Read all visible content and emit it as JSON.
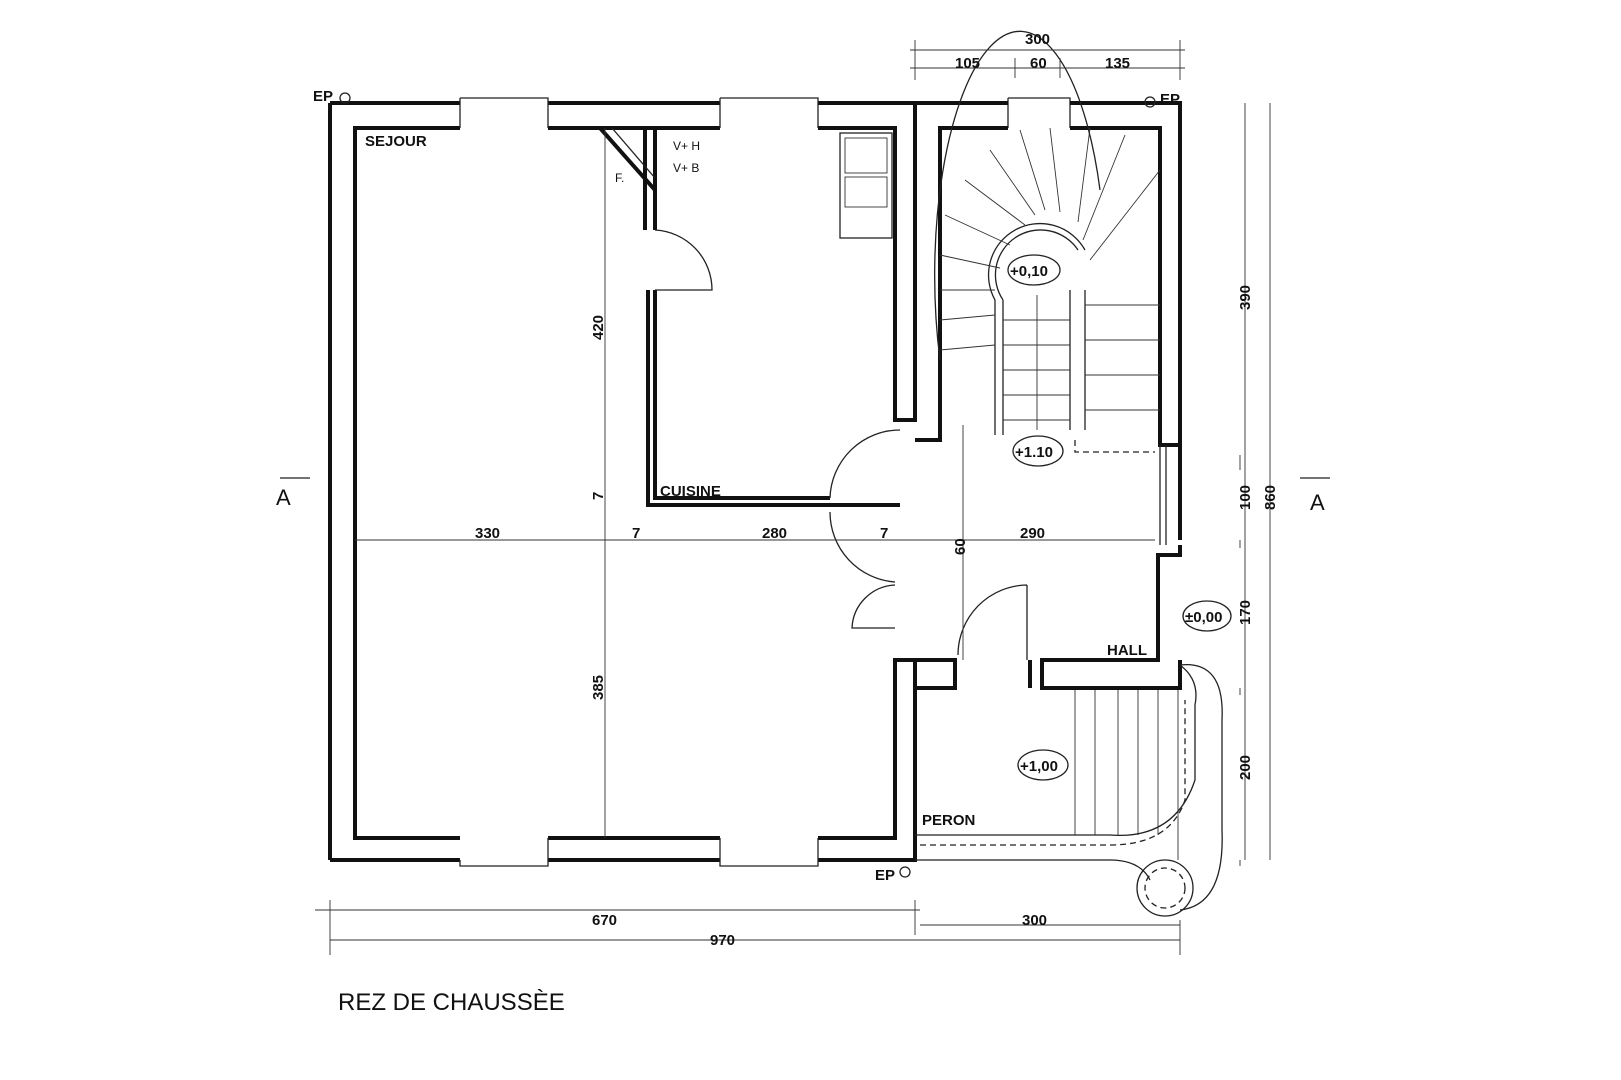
{
  "title": "REZ DE CHAUSSÈE",
  "rooms": {
    "sejour": "SEJOUR",
    "cuisine": "CUISINE",
    "hall": "HALL",
    "peron": "PERON"
  },
  "annotations": {
    "ep": "EP",
    "vh": "V+ H",
    "vb": "V+ B",
    "f": "F.",
    "section": "A"
  },
  "levels": {
    "stair_landing": "+0,10",
    "stair_top": "+1.10",
    "hall": "±0,00",
    "peron": "+1,00"
  },
  "dimensions": {
    "top_total": "300",
    "top_a": "105",
    "top_b": "60",
    "top_c": "135",
    "right_a": "390",
    "right_b": "100",
    "right_total": "860",
    "right_c": "170",
    "right_d": "200",
    "kitchen_depth": "420",
    "wall_7a": "7",
    "sejour_depth": "385",
    "sejour_width": "330",
    "wall_7b": "7",
    "kitchen_width": "280",
    "wall_7c": "7",
    "hall_door": "60",
    "hall_width": "290",
    "bottom_a": "670",
    "bottom_b": "300",
    "bottom_total": "970"
  }
}
